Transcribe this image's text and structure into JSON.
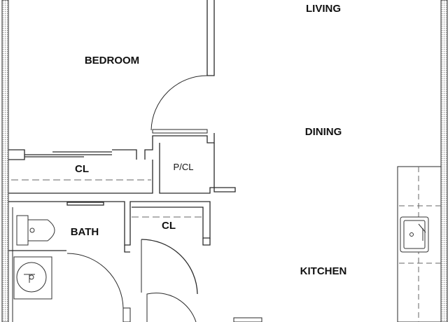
{
  "floor_plan": {
    "rooms": {
      "living": "LIVING",
      "bedroom": "BEDROOM",
      "dining": "DINING",
      "closet_bedroom": "CL",
      "pantry_closet": "P/CL",
      "bath": "BATH",
      "closet_hall": "CL",
      "kitchen": "KITCHEN"
    },
    "colors": {
      "wall": "#2a2a2a",
      "hatch": "#9a9a9a",
      "fixture": "#333333",
      "dash": "#666666"
    }
  }
}
